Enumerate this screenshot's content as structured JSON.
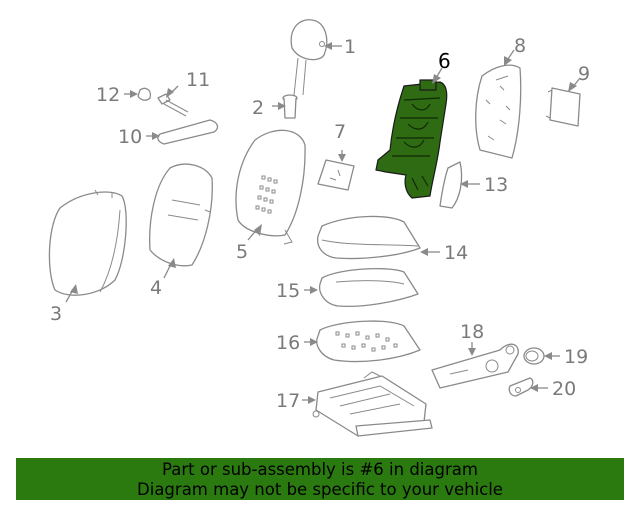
{
  "diagram": {
    "callouts": [
      {
        "id": "1",
        "label": "1"
      },
      {
        "id": "2",
        "label": "2"
      },
      {
        "id": "3",
        "label": "3"
      },
      {
        "id": "4",
        "label": "4"
      },
      {
        "id": "5",
        "label": "5"
      },
      {
        "id": "6",
        "label": "6"
      },
      {
        "id": "7",
        "label": "7"
      },
      {
        "id": "8",
        "label": "8"
      },
      {
        "id": "9",
        "label": "9"
      },
      {
        "id": "10",
        "label": "10"
      },
      {
        "id": "11",
        "label": "11"
      },
      {
        "id": "12",
        "label": "12"
      },
      {
        "id": "13",
        "label": "13"
      },
      {
        "id": "14",
        "label": "14"
      },
      {
        "id": "15",
        "label": "15"
      },
      {
        "id": "16",
        "label": "16"
      },
      {
        "id": "17",
        "label": "17"
      },
      {
        "id": "18",
        "label": "18"
      },
      {
        "id": "19",
        "label": "19"
      },
      {
        "id": "20",
        "label": "20"
      }
    ],
    "highlighted_part": "6",
    "colors": {
      "highlight_fill": "#2f6b12",
      "line_gray": "#8a8a8a",
      "banner_bg": "#2a7a10"
    }
  },
  "banner": {
    "line1": "Part or sub-assembly is #6 in diagram",
    "line2": "Diagram may not be specific to your vehicle"
  }
}
